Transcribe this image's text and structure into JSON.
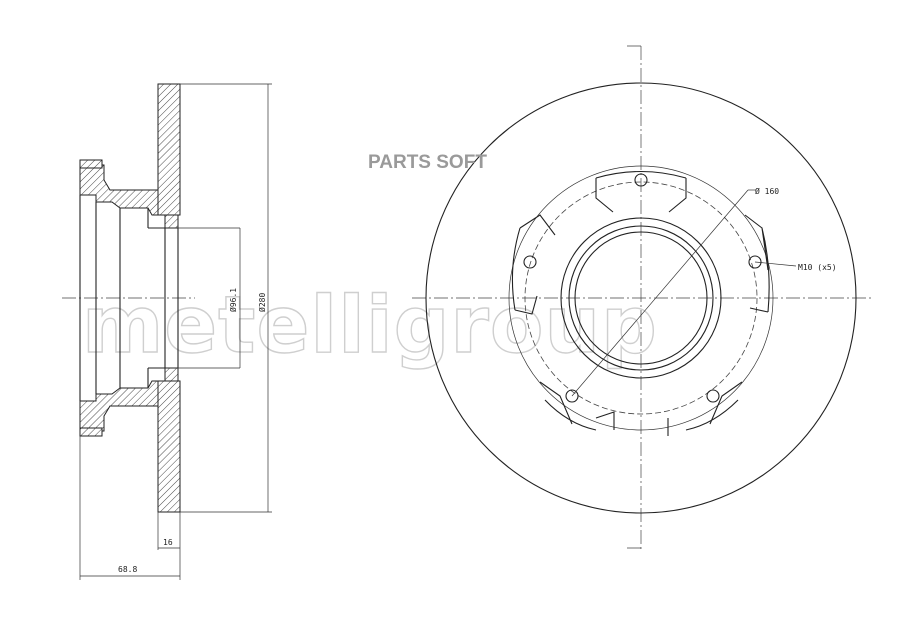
{
  "watermark": "metelligroup",
  "brand_overlay": "PARTS SOFT",
  "side_view": {
    "dim_bore": "Ø96.1",
    "dim_outer": "Ø280",
    "dim_thickness": "16",
    "dim_height": "68.8"
  },
  "front_view": {
    "dim_pcd": "Ø 160",
    "dim_bolt": "M10 (x5)"
  }
}
